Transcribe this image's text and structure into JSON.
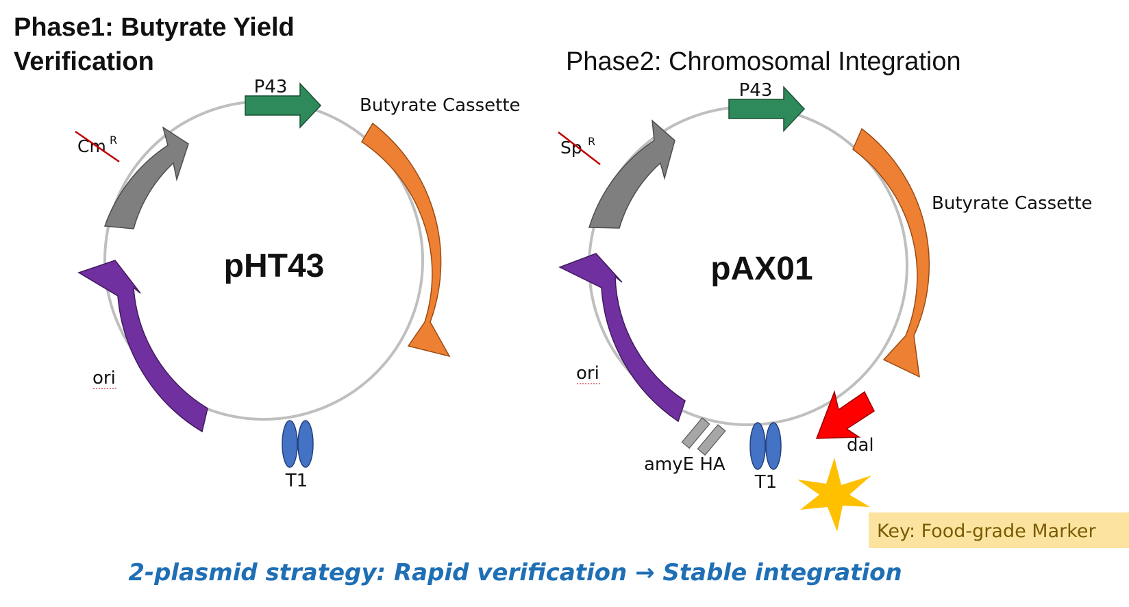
{
  "phase1": {
    "title_line1": "Phase1: Butyrate Yield",
    "title_line2": "Verification",
    "plasmid_name": "pHT43",
    "labels": {
      "promoter": "P43",
      "cassette": "Butyrate Cassette",
      "marker": "Cm",
      "marker_sup": "R",
      "ori": "ori",
      "terminator": "T1"
    }
  },
  "phase2": {
    "title": "Phase2: Chromosomal Integration",
    "plasmid_name": "pAX01",
    "labels": {
      "promoter": "P43",
      "cassette": "Butyrate Cassette",
      "marker": "Sp",
      "marker_sup": "R",
      "ori": "ori",
      "homology_arm": "amyE HA",
      "terminator": "T1",
      "food_marker": "dal"
    }
  },
  "key": {
    "text": "Key: Food-grade Marker",
    "bg_color": "#fce4a0"
  },
  "strategy_text": "2-plasmid strategy: Rapid verification → Stable integration",
  "colors": {
    "promoter": "#2e8a5a",
    "cassette": "#ee8033",
    "marker": "#7f7f7f",
    "ori": "#7030a0",
    "terminator": "#4472c4",
    "food_marker": "#ff0000",
    "star": "#ffc000",
    "backbone": "#bfbfbf",
    "strike": "#c00000"
  },
  "icons": {
    "promoter": "block-arrow-icon",
    "terminator": "terminator-ovals-icon",
    "food_marker": "red-arrow-icon",
    "star": "star-burst-icon"
  }
}
